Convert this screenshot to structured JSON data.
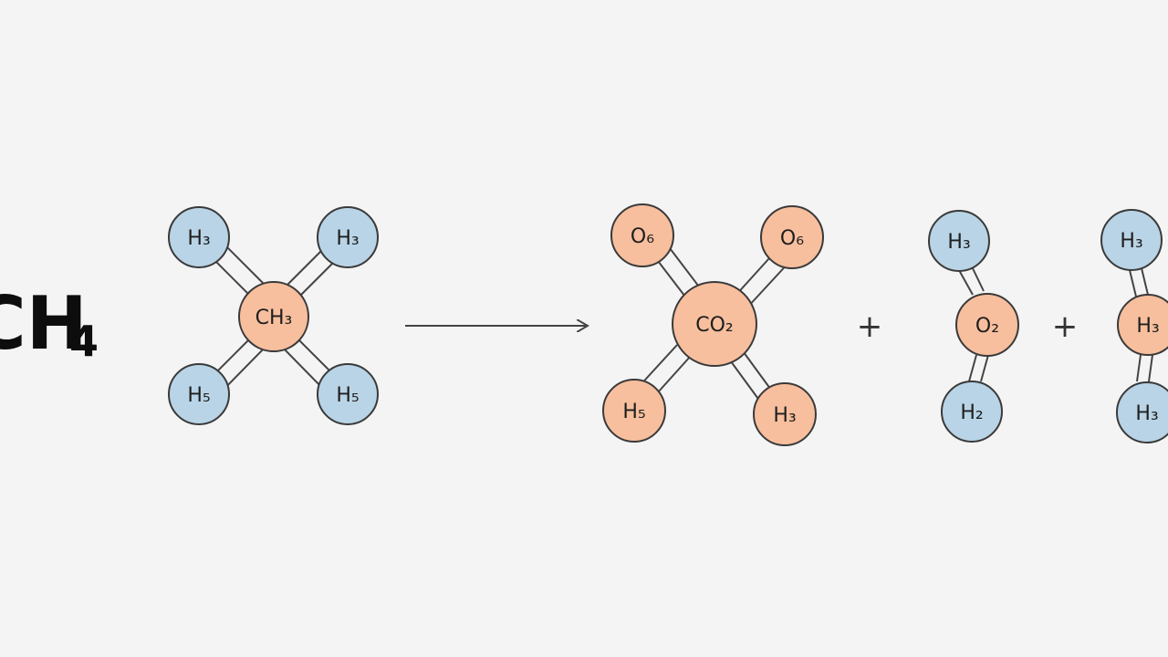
{
  "formula": {
    "main": "CH",
    "subscript": "4"
  },
  "plus_signs": [
    "+",
    "+"
  ],
  "colors": {
    "hydrogen_fill": "#b9d4e6",
    "carbon_fill": "#f7bf9e",
    "outline": "#3a3a3a",
    "bond": "#444444",
    "arrow": "#444444"
  },
  "molecules": {
    "reactant": {
      "center": "CH₃",
      "top_left": "H₃",
      "top_right": "H₃",
      "bottom_left": "H₅",
      "bottom_right": "H₅"
    },
    "product_co2": {
      "center": "CO₂",
      "top_left": "O₆",
      "top_right": "O₆",
      "bottom_left": "H₅",
      "bottom_right": "H₃"
    },
    "product_water_1": {
      "top": "H₃",
      "center": "O₂",
      "bottom": "H₂"
    },
    "product_water_2": {
      "top": "H₃",
      "center": "H₃",
      "bottom": "H₃"
    }
  }
}
